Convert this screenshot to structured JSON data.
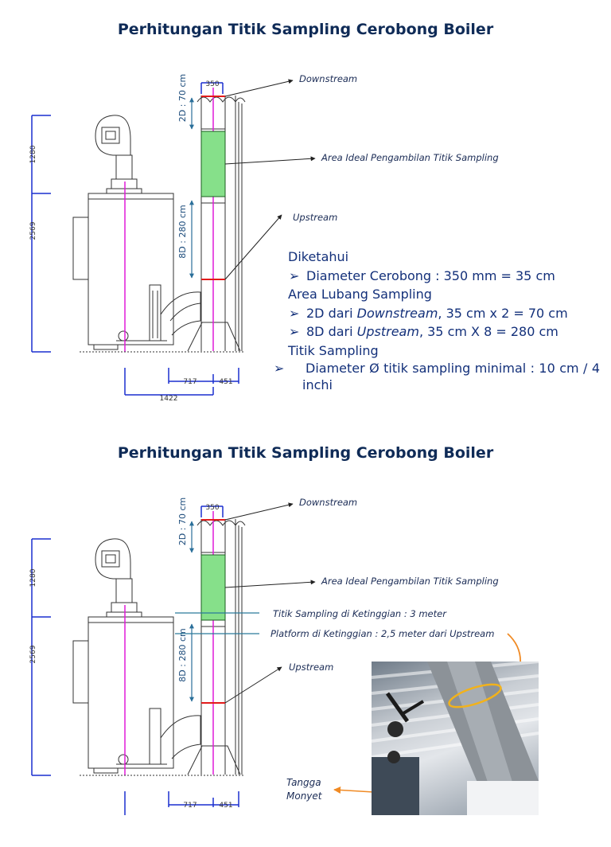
{
  "slides": [
    {
      "title": "Perhitungan Titik Sampling Cerobong Boiler",
      "labels": {
        "downstream": "Downstream",
        "area_ideal": "Area Ideal Pengambilan Titik Sampling",
        "upstream": "Upstream"
      },
      "dimensions": {
        "stack_diameter": "350",
        "two_d": "2D : 70 cm",
        "eight_d": "8D : 280 cm",
        "height_upper": "1280",
        "height_lower": "2569",
        "width_a": "717",
        "width_b": "451",
        "width_total": "1422"
      },
      "info": {
        "heading1": "Diketahui",
        "line1": "Diameter Cerobong : 350 mm = 35 cm",
        "heading2": "Area Lubang Sampling",
        "line2_pre": "2D dari ",
        "line2_em": "Downstream",
        "line2_post": ", 35 cm x 2 = 70 cm",
        "line3_pre": "8D dari ",
        "line3_em": "Upstream",
        "line3_post": ", 35 cm X 8 = 280 cm",
        "heading3": "Titik Sampling",
        "line4": "Diameter Ø titik sampling minimal : 10 cm / 4 inchi",
        "bullet": "➢"
      }
    },
    {
      "title": "Perhitungan Titik Sampling Cerobong Boiler",
      "labels": {
        "downstream": "Downstream",
        "area_ideal": "Area Ideal Pengambilan Titik Sampling",
        "titik_sampling": "Titik Sampling di Ketinggian : 3 meter",
        "platform": "Platform di Ketinggian : 2,5 meter dari Upstream",
        "upstream": "Upstream",
        "caption": "Tangga Monyet"
      },
      "dimensions": {
        "stack_diameter": "350",
        "two_d": "2D : 70 cm",
        "eight_d": "8D : 280 cm",
        "height_upper": "1280",
        "height_lower": "2569",
        "width_a": "717",
        "width_b": "451"
      }
    }
  ],
  "colors": {
    "title": "#0f2b57",
    "dimension_blue": "#1a2fcf",
    "ideal_area_green": "#86e08a",
    "sampling_red": "#e21b1b",
    "axis_magenta": "#e01bd8",
    "annotation_line": "#2a7a9a",
    "photo_marker": "#f08a24"
  }
}
